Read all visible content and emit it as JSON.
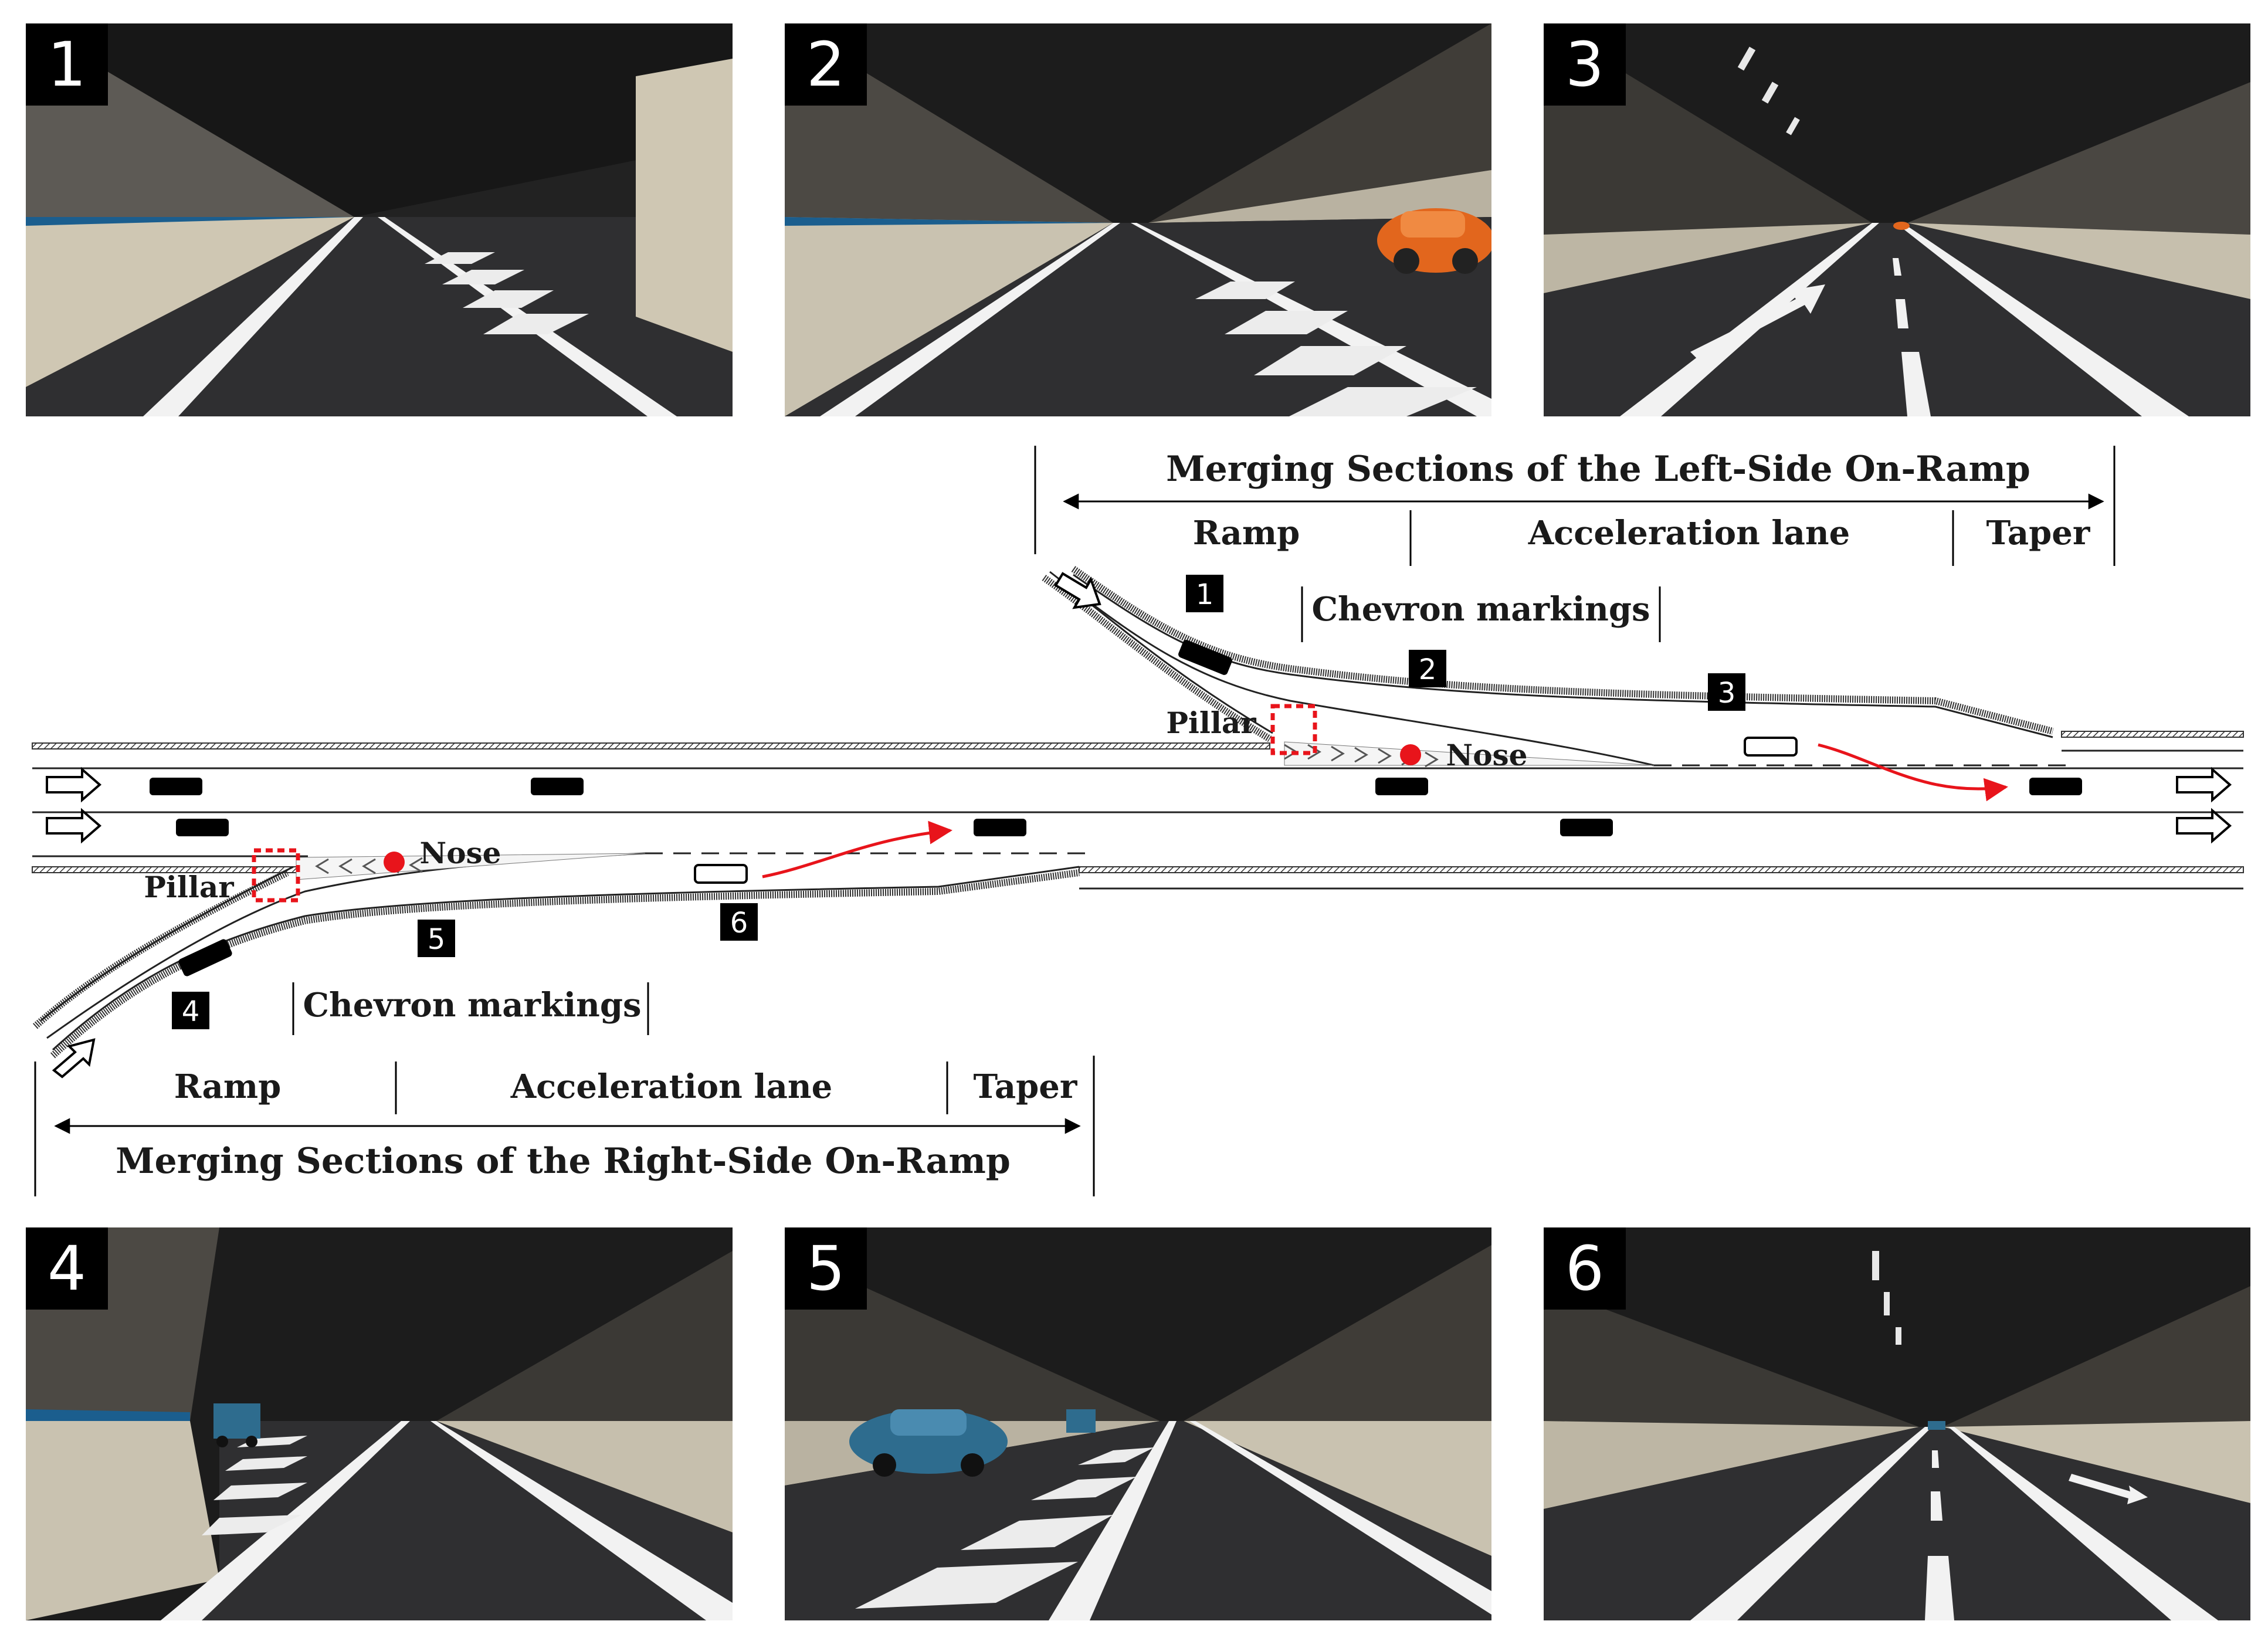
{
  "panels": [
    {
      "number": "1"
    },
    {
      "number": "2"
    },
    {
      "number": "3"
    },
    {
      "number": "4"
    },
    {
      "number": "5"
    },
    {
      "number": "6"
    }
  ],
  "left_ramp": {
    "title": "Merging Sections of the Left-Side On-Ramp",
    "ramp": "Ramp",
    "accel": "Acceleration lane",
    "taper": "Taper",
    "chevron": "Chevron markings",
    "pillar": "Pillar",
    "nose": "Nose"
  },
  "right_ramp": {
    "title": "Merging Sections of the Right-Side On-Ramp",
    "ramp": "Ramp",
    "accel": "Acceleration lane",
    "taper": "Taper",
    "chevron": "Chevron markings",
    "pillar": "Pillar",
    "nose": "Nose"
  },
  "markers": [
    "1",
    "2",
    "3",
    "4",
    "5",
    "6"
  ],
  "colors": {
    "highlight": "#e8141b",
    "vehicle": "#000000",
    "tunnel_ceiling": "#1d1d1d",
    "tunnel_wall": "#c9c2b0",
    "road": "#2f2f31",
    "stripe": "#1b5e8e",
    "car_orange": "#e2661d",
    "car_blue": "#2e6c8e"
  }
}
